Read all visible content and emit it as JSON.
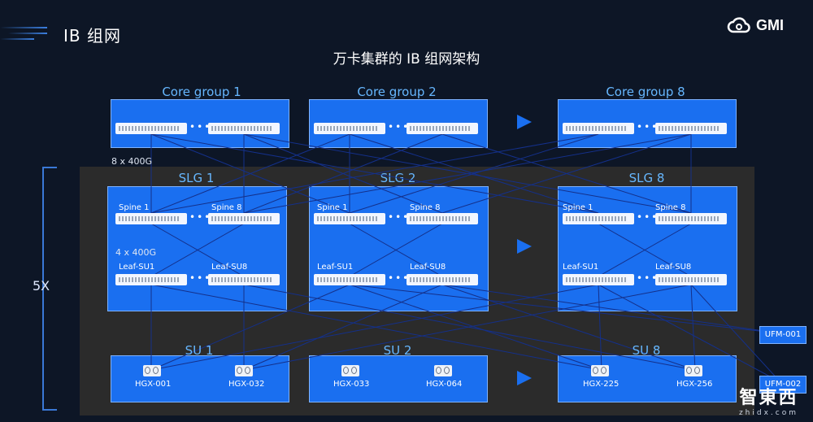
{
  "header": {
    "title": "IB 组网",
    "brand": "GMI"
  },
  "diagram": {
    "title": "万卡集群的 IB 组网架构"
  },
  "core_groups": [
    {
      "name": "Core group 1"
    },
    {
      "name": "Core group 2"
    },
    {
      "name": "Core group 8"
    }
  ],
  "links": {
    "core_to_slg": "8 x 400G",
    "spine_to_leaf": "4 x 400G"
  },
  "multiplier": "5X",
  "slgs": [
    {
      "name": "SLG 1",
      "spine_a": "Spine 1",
      "spine_b": "Spine 8",
      "leaf_a": "Leaf-SU1",
      "leaf_b": "Leaf-SU8"
    },
    {
      "name": "SLG 2",
      "spine_a": "Spine 1",
      "spine_b": "Spine 8",
      "leaf_a": "Leaf-SU1",
      "leaf_b": "Leaf-SU8"
    },
    {
      "name": "SLG 8",
      "spine_a": "Spine 1",
      "spine_b": "Spine 8",
      "leaf_a": "Leaf-SU1",
      "leaf_b": "Leaf-SU8"
    }
  ],
  "sus": [
    {
      "name": "SU 1",
      "hgx_a": "HGX-001",
      "hgx_b": "HGX-032"
    },
    {
      "name": "SU 2",
      "hgx_a": "HGX-033",
      "hgx_b": "HGX-064"
    },
    {
      "name": "SU 8",
      "hgx_a": "HGX-225",
      "hgx_b": "HGX-256"
    }
  ],
  "ufm": [
    "UFM-001",
    "UFM-002"
  ],
  "watermark": {
    "main": "智東西",
    "sub": "zhidx.com"
  },
  "colors": {
    "background": "#0d1626",
    "panel": "#2b2b2b",
    "box": "#1a6ff0",
    "title_text": "#66b7ff",
    "line": "#10206a"
  }
}
